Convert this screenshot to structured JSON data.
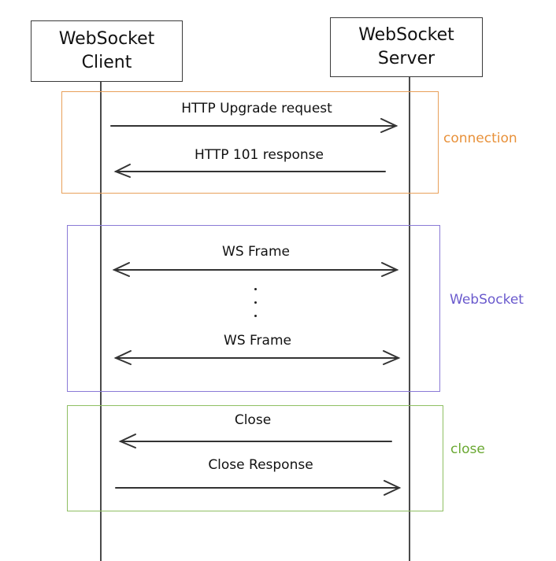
{
  "actors": {
    "client": {
      "line1": "WebSocket",
      "line2": "Client"
    },
    "server": {
      "line1": "WebSocket",
      "line2": "Server"
    }
  },
  "groups": [
    {
      "id": "connection",
      "label": "connection",
      "color": "#e8913a"
    },
    {
      "id": "websocket",
      "label": "WebSocket",
      "color": "#6a5acd"
    },
    {
      "id": "close",
      "label": "close",
      "color": "#6aa832"
    }
  ],
  "messages": [
    {
      "label": "HTTP Upgrade request",
      "direction": "client-to-server"
    },
    {
      "label": "HTTP 101 response",
      "direction": "server-to-client"
    },
    {
      "label": "WS Frame",
      "direction": "bidirectional"
    },
    {
      "label": "WS Frame",
      "direction": "bidirectional"
    },
    {
      "label": "Close",
      "direction": "server-to-client"
    },
    {
      "label": "Close Response",
      "direction": "client-to-server"
    }
  ],
  "ellipsis": "..."
}
